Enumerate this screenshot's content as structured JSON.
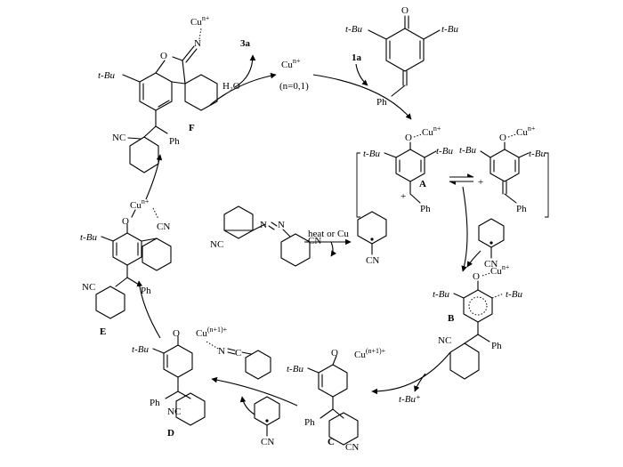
{
  "labels": {
    "tbu": "t-Bu",
    "ph": "Ph",
    "nc": "NC",
    "cn": "CN",
    "o": "O",
    "n": "N",
    "cu_top": "Cu",
    "cu_sup_n": "n+",
    "cu_sup_n1": "(n+1)+",
    "n_values": "(n=0,1)",
    "reagent_1a": "1a",
    "product_3a": "3a",
    "water": "H₂O",
    "azo_cond": "heat or Cu",
    "tbu_cation": "t-Bu⁺",
    "plus": "+",
    "compound_A": "A",
    "compound_B": "B",
    "compound_C": "C",
    "compound_D": "D",
    "compound_E": "E",
    "compound_F": "F"
  }
}
